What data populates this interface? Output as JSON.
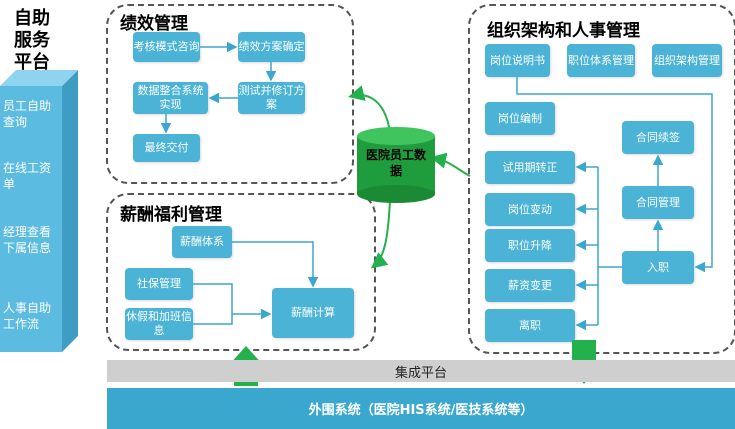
{
  "platform": {
    "title": "自助服务平台",
    "items": [
      "员工自助查询",
      "在线工资单",
      "经理查看下属信息",
      "人事自助工作流"
    ]
  },
  "performance": {
    "title": "绩效管理",
    "boxes": [
      "考核模式咨询",
      "绩效方案确定",
      "数据整合系统实现",
      "测试并修订方案",
      "最终交付"
    ]
  },
  "salary": {
    "title": "薪酬福利管理",
    "boxes": [
      "薪酬体系",
      "社保管理",
      "休假和加班信息",
      "薪酬计算"
    ]
  },
  "org": {
    "title": "组织架构和人事管理",
    "top": [
      "岗位说明书",
      "职位体系管理",
      "组织架构管理"
    ],
    "left": [
      "岗位编制",
      "试用期转正",
      "岗位变动",
      "职位升降",
      "薪资变更",
      "离职"
    ],
    "right": [
      "合同续签",
      "合同管理",
      "入职"
    ]
  },
  "database": {
    "label": "医院员工数据"
  },
  "integration": {
    "label": "集成平台"
  },
  "external": {
    "label": "外围系统（医院HIS系统/医技系统等）"
  },
  "colors": {
    "box": "#4bb3d6",
    "arrow_green": "#22b14c",
    "db_green": "#1f9d3c",
    "sidebar": "#5bbbe0"
  }
}
